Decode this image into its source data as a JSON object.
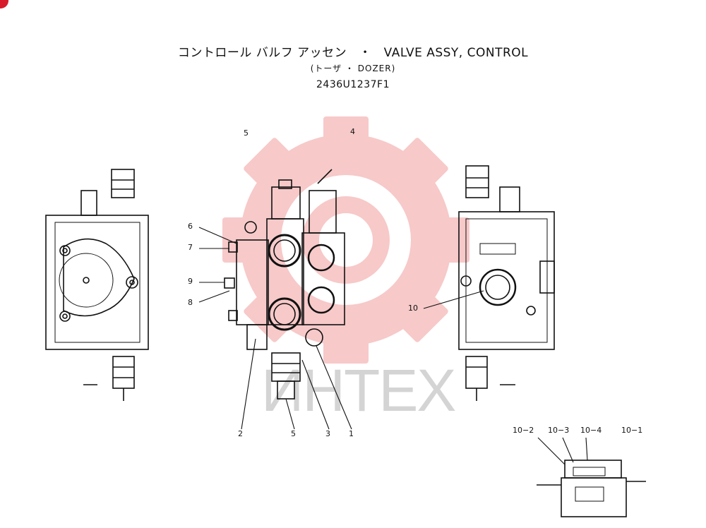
{
  "title": {
    "line1": "コントロール バルフ アッセン　・　VALVE ASSY, CONTROL",
    "line2": "(トーザ ・ DOZER)",
    "line3": "2436U1237F1"
  },
  "watermark": {
    "text": "ИНТЕХ",
    "gear_color": "#f7c9c9",
    "badge_color": "#d81b2c"
  },
  "callouts": {
    "c5_top": "5",
    "c4_top": "4",
    "c6": "6",
    "c7": "7",
    "c9": "9",
    "c8": "8",
    "c10": "10",
    "c2": "2",
    "c5_bottom": "5",
    "c3": "3",
    "c1": "1",
    "d10_2": "10−2",
    "d10_3": "10−3",
    "d10_4": "10−4",
    "d10_1": "10−1"
  }
}
